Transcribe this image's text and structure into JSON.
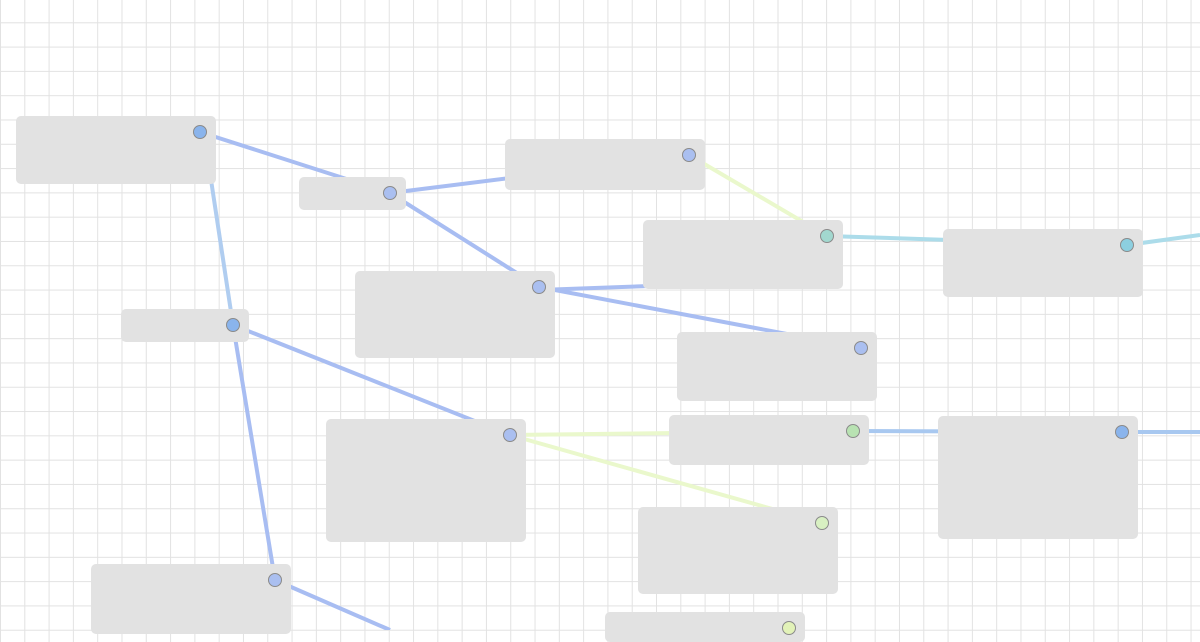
{
  "colors": {
    "node_fill": "#e2e2e2",
    "grid": "#e2e2e2",
    "edge_blue": "#a8bdf2",
    "edge_lightblue": "#b0cdf0",
    "edge_cyan": "#acdcea",
    "edge_green": "#eaf8cc"
  },
  "nodes": [
    {
      "id": "n1",
      "port_color": "#8ab4ec"
    },
    {
      "id": "n2",
      "port_color": "#aabff0"
    },
    {
      "id": "n3",
      "port_color": "#aabff0"
    },
    {
      "id": "n4",
      "port_color": "#a2d8cf"
    },
    {
      "id": "n5",
      "port_color": "#8ccfe0"
    },
    {
      "id": "n6",
      "port_color": "#aabff0"
    },
    {
      "id": "n7",
      "port_color": "#8ab4ec"
    },
    {
      "id": "n8",
      "port_color": "#aabff0"
    },
    {
      "id": "n9",
      "port_color": "#aabff0"
    },
    {
      "id": "n10",
      "port_color": "#b8e2b2"
    },
    {
      "id": "n11",
      "port_color": "#8ab4ec"
    },
    {
      "id": "n12",
      "port_color": "#d8f0c2"
    },
    {
      "id": "n13",
      "port_color": "#aabff0"
    },
    {
      "id": "n14",
      "port_color": "#e2f2b8"
    }
  ]
}
